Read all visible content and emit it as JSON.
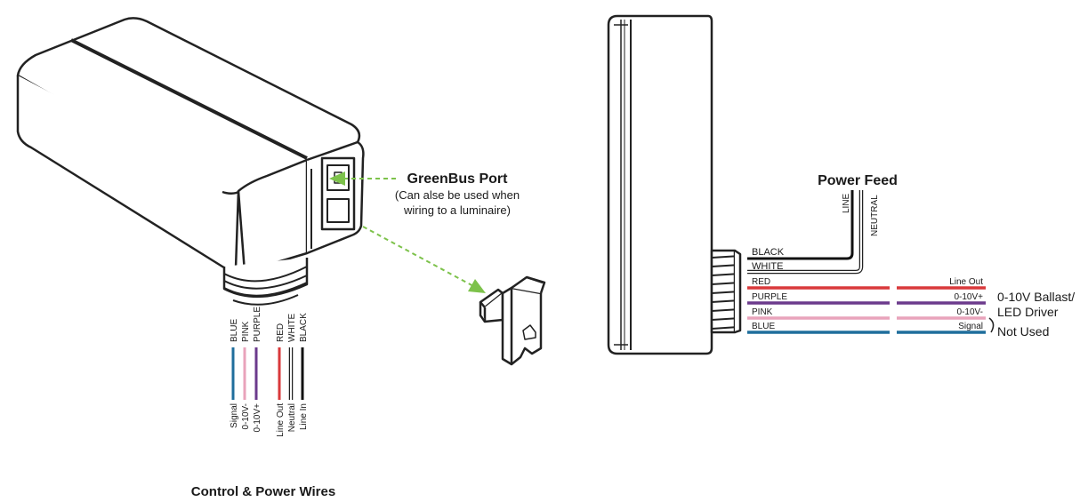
{
  "greenbus": {
    "title": "GreenBus Port",
    "note_line1": "(Can alse be used when",
    "note_line2": "wiring to a luminaire)"
  },
  "left_wires": {
    "caption": "Control & Power Wires",
    "wires": [
      {
        "color_name": "BLUE",
        "function": "Signal",
        "hex": "#1f6e9c"
      },
      {
        "color_name": "PINK",
        "function": "0-10V-",
        "hex": "#e9a3bb"
      },
      {
        "color_name": "PURPLE",
        "function": "0-10V+",
        "hex": "#6b3a8c"
      },
      {
        "color_name": "RED",
        "function": "Line Out",
        "hex": "#d9393b"
      },
      {
        "color_name": "WHITE",
        "function": "Neutral",
        "hex": "#ffffff"
      },
      {
        "color_name": "BLACK",
        "function": "Line In",
        "hex": "#111111"
      }
    ]
  },
  "right": {
    "power_feed_title": "Power Feed",
    "line_label": "LINE",
    "neutral_label": "NEUTRAL",
    "feed_wires": [
      {
        "color_name": "BLACK",
        "hex": "#111111"
      },
      {
        "color_name": "WHITE",
        "hex": "#ffffff"
      }
    ],
    "output_wires": [
      {
        "color_name": "RED",
        "function": "Line Out",
        "hex": "#d9393b"
      },
      {
        "color_name": "PURPLE",
        "function": "0-10V+",
        "hex": "#6b3a8c"
      },
      {
        "color_name": "PINK",
        "function": "0-10V-",
        "hex": "#e9a3bb"
      },
      {
        "color_name": "BLUE",
        "function": "Signal",
        "hex": "#1f6e9c"
      }
    ],
    "ballast_label_line1": "0-10V Ballast/",
    "ballast_label_line2": "LED Driver",
    "not_used_label": "Not Used"
  },
  "colors": {
    "arrow_green": "#7dc24b",
    "outline": "#222222"
  }
}
